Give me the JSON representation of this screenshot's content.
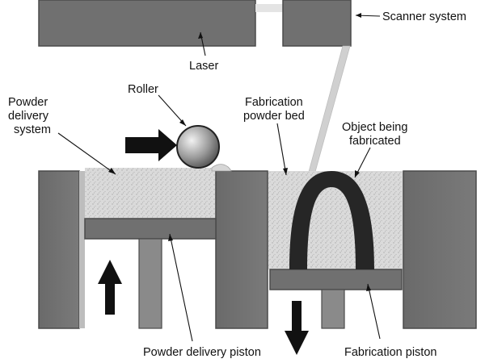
{
  "labels": {
    "laser": "Laser",
    "scanner_system": "Scanner system",
    "roller": "Roller",
    "powder_delivery_line1": "Powder",
    "powder_delivery_line2": "delivery",
    "powder_delivery_line3": "system",
    "fabrication_bed_line1": "Fabrication",
    "fabrication_bed_line2": "powder bed",
    "object_line1": "Object being",
    "object_line2": "fabricated",
    "delivery_piston": "Powder delivery piston",
    "fabrication_piston": "Fabrication piston"
  },
  "colors": {
    "wall": "#707070",
    "wall_stroke": "#4a4a4a",
    "powder": "#d6d6d6",
    "object": "#262626",
    "arrow": "#111111",
    "beam": "#c8c8c8"
  }
}
